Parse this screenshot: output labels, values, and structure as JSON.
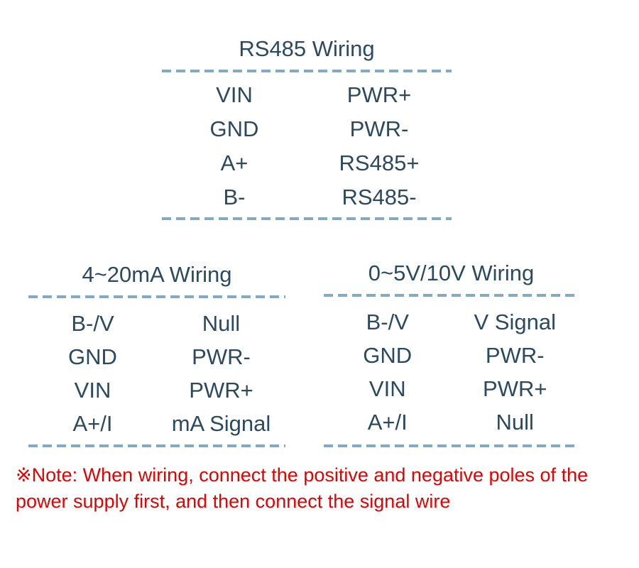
{
  "colors": {
    "text": "#2b4a5f",
    "dash": "#84aac2",
    "note": "#e60000",
    "background": "#ffffff"
  },
  "tables": [
    {
      "title": "RS485 Wiring",
      "rows": [
        [
          "VIN",
          "PWR+"
        ],
        [
          "GND",
          "PWR-"
        ],
        [
          "A+",
          "RS485+"
        ],
        [
          "B-",
          "RS485-"
        ]
      ]
    },
    {
      "title": "4~20mA Wiring",
      "rows": [
        [
          "B-/V",
          "Null"
        ],
        [
          "GND",
          "PWR-"
        ],
        [
          "VIN",
          "PWR+"
        ],
        [
          "A+/I",
          "mA Signal"
        ]
      ]
    },
    {
      "title": "0~5V/10V Wiring",
      "rows": [
        [
          "B-/V",
          "V Signal"
        ],
        [
          "GND",
          "PWR-"
        ],
        [
          "VIN",
          "PWR+"
        ],
        [
          "A+/I",
          "Null"
        ]
      ]
    }
  ],
  "note": {
    "line1": "※Note: When wiring, connect the positive and negative poles of the",
    "line2": "power supply first, and then connect the signal wire"
  }
}
